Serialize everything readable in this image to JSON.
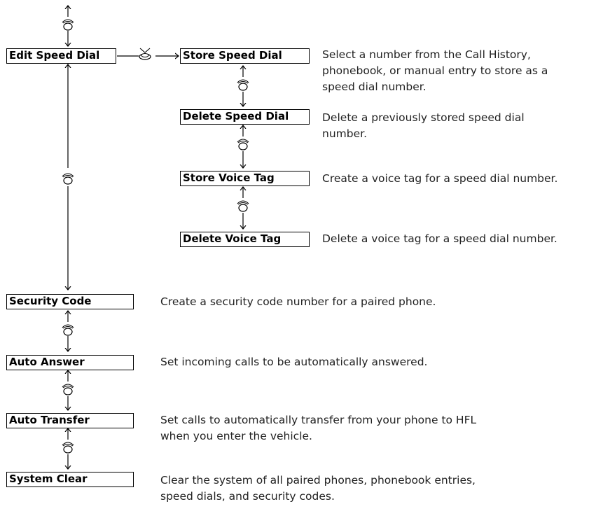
{
  "menu": {
    "edit_speed_dial": {
      "label": "Edit Speed Dial"
    },
    "sub_items": [
      {
        "label": "Store Speed Dial",
        "desc": [
          "Select a number from the Call History,",
          "phonebook, or manual entry to store as a",
          "speed dial number."
        ]
      },
      {
        "label": "Delete Speed Dial",
        "desc": [
          "Delete a previously stored speed dial",
          "number."
        ]
      },
      {
        "label": "Store Voice Tag",
        "desc": [
          "Create a voice tag for a speed dial number."
        ]
      },
      {
        "label": "Delete Voice Tag",
        "desc": [
          "Delete a voice tag for a speed dial number."
        ]
      }
    ],
    "main_items": [
      {
        "label": "Security Code",
        "desc": [
          "Create a security code number for a paired phone."
        ]
      },
      {
        "label": "Auto Answer",
        "desc": [
          "Set incoming calls to be automatically answered."
        ]
      },
      {
        "label": "Auto Transfer",
        "desc": [
          "Set calls to automatically transfer from your phone to HFL",
          "when you enter the vehicle."
        ]
      },
      {
        "label": "System Clear",
        "desc": [
          "Clear the system of all paired phones, phonebook entries,",
          "speed dials, and security codes."
        ]
      }
    ]
  },
  "icons": {
    "rotate": "rotate-knob-icon",
    "press": "press-knob-icon"
  }
}
